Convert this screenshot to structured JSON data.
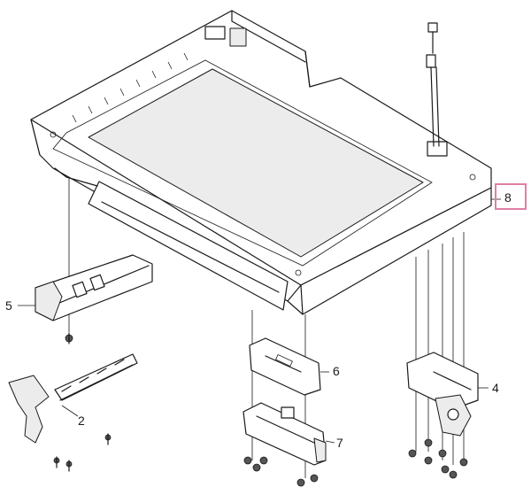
{
  "diagram": {
    "callouts": [
      {
        "id": "part-8",
        "text": "8"
      },
      {
        "id": "part-5",
        "text": "5"
      },
      {
        "id": "part-6",
        "text": "6"
      },
      {
        "id": "part-4",
        "text": "4"
      },
      {
        "id": "part-2",
        "text": "2"
      },
      {
        "id": "part-7",
        "text": "7"
      }
    ],
    "highlight_color": "#e07fa6",
    "line_color": "#1a1a1a"
  }
}
